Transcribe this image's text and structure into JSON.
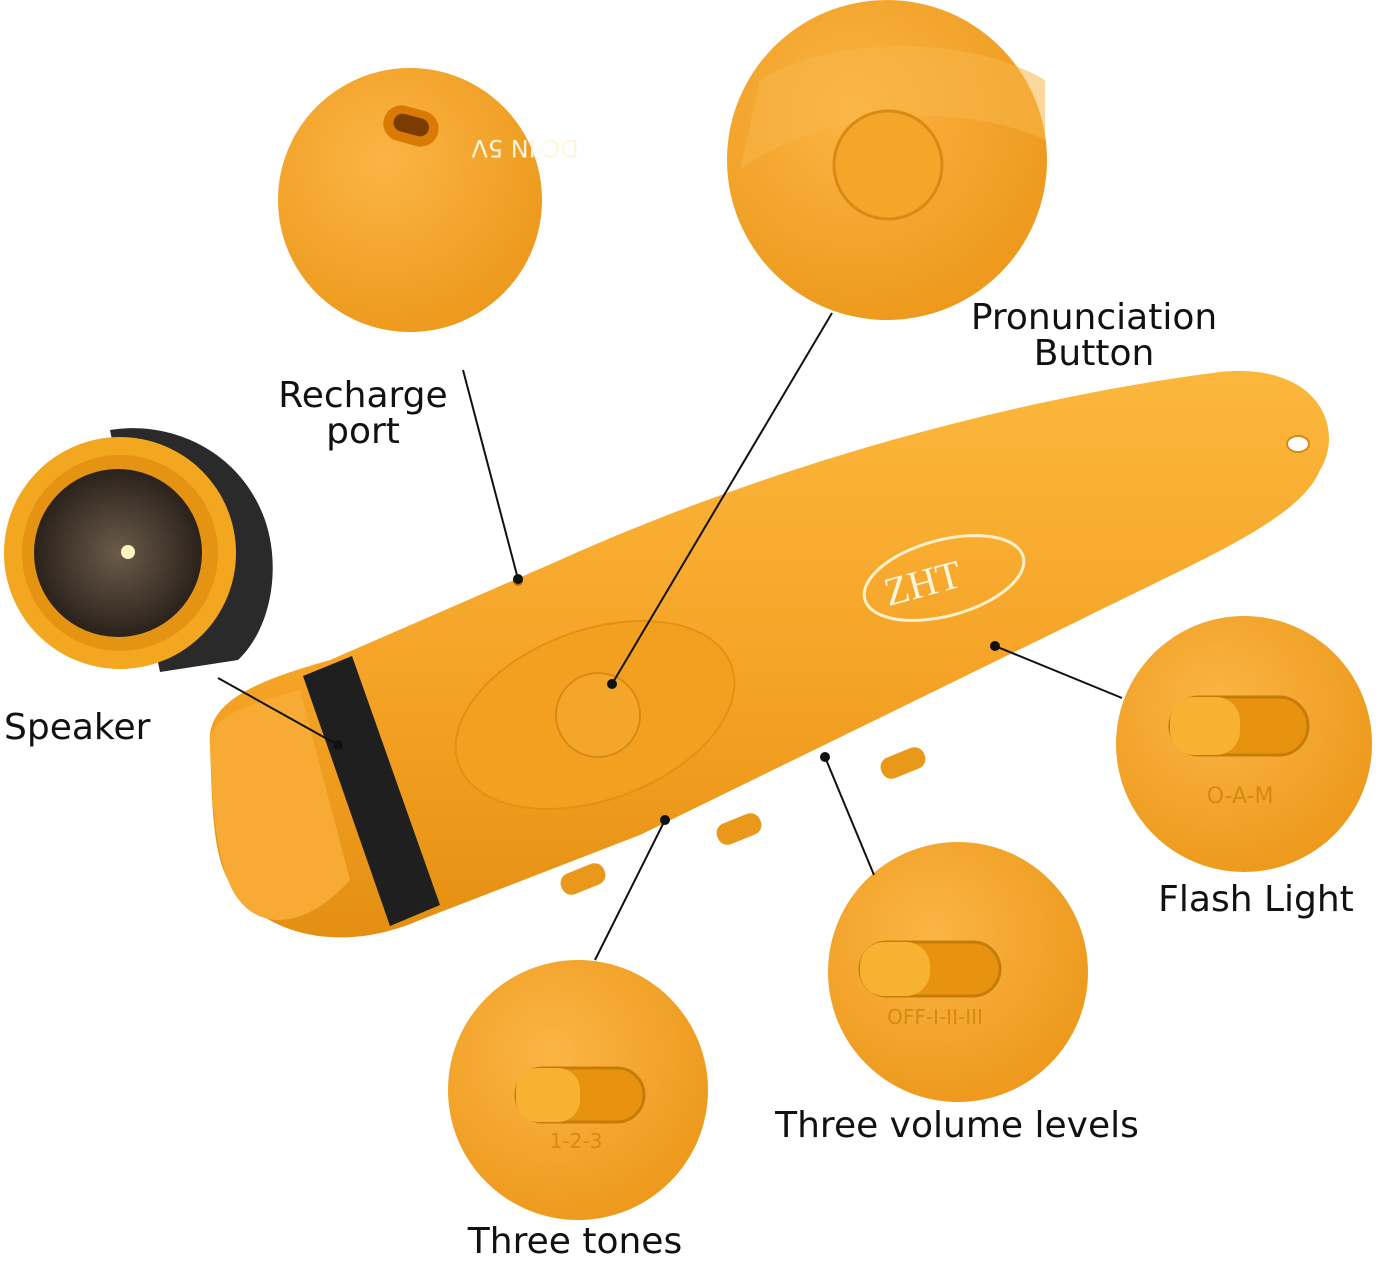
{
  "colors": {
    "body": "#f5a326",
    "body_shade": "#e08c10",
    "body_light": "#fbbf4a",
    "band": "#1f1f1f",
    "knob": "#f1ac2a",
    "line": "#111111",
    "label_text": "#111111"
  },
  "product": {
    "logo_text": "ZHT",
    "port_marking": "DC IN 5V",
    "flash_switch_marking": "O-A-M",
    "volume_switch_marking": "OFF-I-II-III",
    "tone_switch_marking": "1-2-3"
  },
  "callouts": {
    "recharge_port": {
      "line1": "Recharge",
      "line2": "port"
    },
    "pronunciation_button": {
      "line1": "Pronunciation",
      "line2": "Button"
    },
    "speaker": {
      "line1": "Speaker"
    },
    "flash_light": {
      "line1": "Flash Light"
    },
    "three_volume_levels": {
      "line1": "Three volume levels"
    },
    "three_tones": {
      "line1": "Three tones"
    }
  }
}
